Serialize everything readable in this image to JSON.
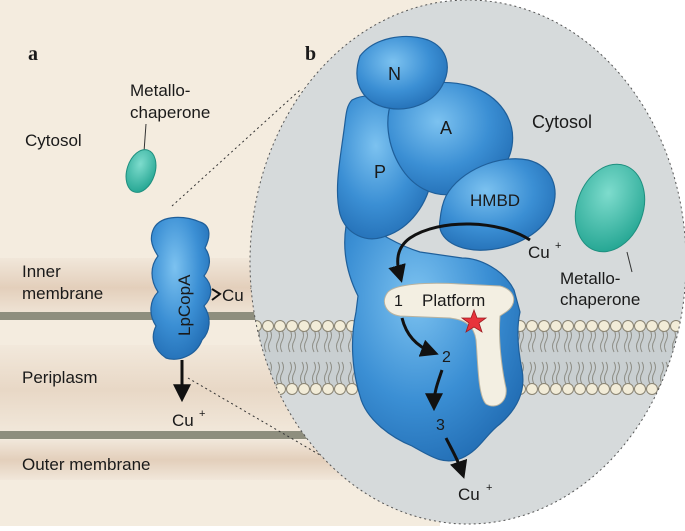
{
  "panel_a": {
    "letter": "a",
    "metallochaperone_line1": "Metallo-",
    "metallochaperone_line2": "chaperone",
    "cytosol": "Cytosol",
    "inner_membrane_line1": "Inner",
    "inner_membrane_line2": "membrane",
    "periplasm": "Periplasm",
    "outer_membrane": "Outer membrane",
    "protein": "LpCopA",
    "copper_ion_in": "Cu",
    "copper_ion_out": "Cu",
    "charge": "+"
  },
  "panel_b": {
    "letter": "b",
    "domain_n": "N",
    "domain_a": "A",
    "domain_p": "P",
    "domain_hmbd": "HMBD",
    "cytosol": "Cytosol",
    "copper_ion_in": "Cu",
    "copper_ion_out": "Cu",
    "charge": "+",
    "metallochaperone_line1": "Metallo-",
    "metallochaperone_line2": "chaperone",
    "platform": "Platform",
    "step_1": "1",
    "step_2": "2",
    "step_3": "3"
  },
  "colors": {
    "background_panel_a": "#f4ecdf",
    "membrane_band": "#e8d8c6",
    "membrane_line": "#8e8e7e",
    "ellipse_fill": "#d6dadb",
    "protein_blue": "#3b8fd4",
    "protein_outline": "#1f5f9a",
    "metallochaperone_teal": "#38b7a6",
    "platform_cream": "#f3efe2",
    "star_red": "#e8333b",
    "lipid_head": "#f2ecd8"
  }
}
